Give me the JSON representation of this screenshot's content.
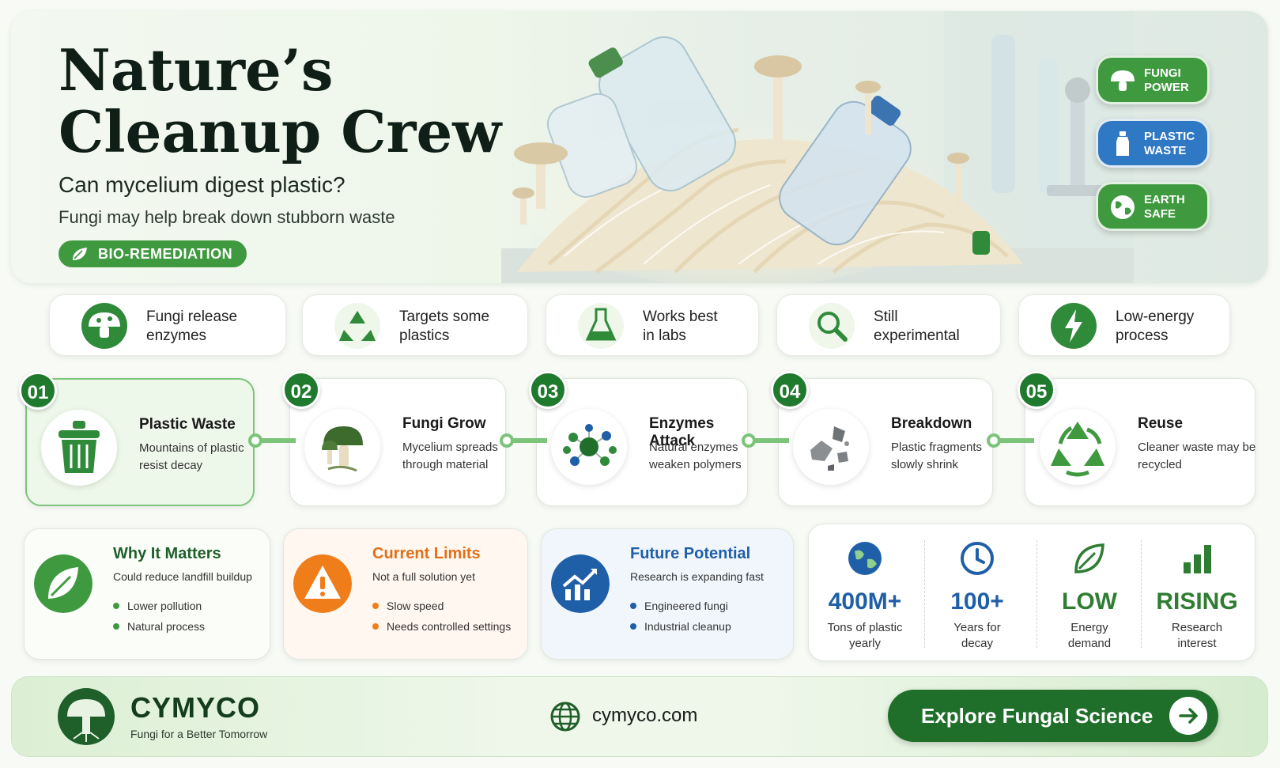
{
  "hero": {
    "title_line1": "Nature’s",
    "title_line2": "Cleanup Crew",
    "subtitle": "Can mycelium digest plastic?",
    "subtitle2": "Fungi may help break down stubborn waste",
    "tag": "BIO-REMEDIATION",
    "badges": [
      {
        "line1": "FUNGI",
        "line2": "POWER",
        "icon": "mushroom-icon",
        "color": "#3f9a3f"
      },
      {
        "line1": "PLASTIC",
        "line2": "WASTE",
        "icon": "bottle-icon",
        "color": "#2f78c4"
      },
      {
        "line1": "EARTH",
        "line2": "SAFE",
        "icon": "globe-icon",
        "color": "#3f9a3f"
      }
    ]
  },
  "features": [
    {
      "line1": "Fungi release",
      "line2": "enzymes",
      "icon": "mushroom-icon"
    },
    {
      "line1": "Targets some",
      "line2": "plastics",
      "icon": "recycle-icon"
    },
    {
      "line1": "Works best",
      "line2": "in labs",
      "icon": "flask-icon"
    },
    {
      "line1": "Still",
      "line2": "experimental",
      "icon": "magnifier-icon"
    },
    {
      "line1": "Low-energy",
      "line2": "process",
      "icon": "lightning-icon"
    }
  ],
  "steps": [
    {
      "num": "01",
      "title": "Plastic Waste",
      "desc": "Mountains of plastic resist decay",
      "icon": "trash-bin-icon"
    },
    {
      "num": "02",
      "title": "Fungi Grow",
      "desc": "Mycelium spreads through material",
      "icon": "mushroom-icon"
    },
    {
      "num": "03",
      "title": "Enzymes Attack",
      "desc": "Natural enzymes weaken polymers",
      "icon": "molecule-icon"
    },
    {
      "num": "04",
      "title": "Breakdown",
      "desc": "Plastic fragments slowly shrink",
      "icon": "fragments-icon"
    },
    {
      "num": "05",
      "title": "Reuse",
      "desc": "Cleaner waste may be recycled",
      "icon": "recycle-icon"
    }
  ],
  "cards": [
    {
      "title": "Why It Matters",
      "subtitle": "Could reduce landfill buildup",
      "items": [
        "Lower pollution",
        "Natural process"
      ],
      "color": "#2e7d32",
      "icon": "leaf-icon"
    },
    {
      "title": "Current Limits",
      "subtitle": "Not a full solution yet",
      "items": [
        "Slow speed",
        "Needs controlled settings"
      ],
      "color": "#ef7d1a",
      "icon": "warning-icon"
    },
    {
      "title": "Future Potential",
      "subtitle": "Research is expanding fast",
      "items": [
        "Engineered fungi",
        "Industrial cleanup"
      ],
      "color": "#1f5fa8",
      "icon": "growth-chart-icon"
    }
  ],
  "stats": [
    {
      "value": "400M+",
      "label1": "Tons of plastic",
      "label2": "yearly",
      "icon": "globe-icon",
      "color": "#1f5fa8"
    },
    {
      "value": "100+",
      "label1": "Years for",
      "label2": "decay",
      "icon": "clock-icon",
      "color": "#1f5fa8"
    },
    {
      "value": "LOW",
      "label1": "Energy",
      "label2": "demand",
      "icon": "leaf-icon",
      "color": "#2e7d32"
    },
    {
      "value": "RISING",
      "label1": "Research",
      "label2": "interest",
      "icon": "bar-chart-icon",
      "color": "#2e7d32"
    }
  ],
  "footer": {
    "brand": "CYMYCO",
    "tagline": "Fungi for a Better Tomorrow",
    "url": "cymyco.com",
    "cta": "Explore Fungal Science"
  }
}
